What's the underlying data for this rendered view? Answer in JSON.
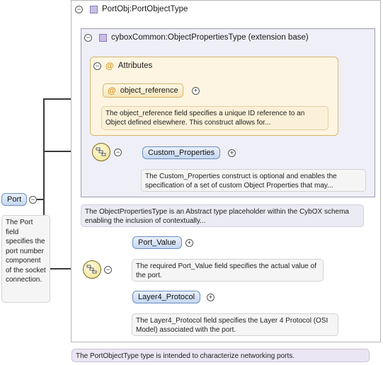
{
  "port_type": {
    "title": "PortObj:PortObjectType",
    "doc": "The PortObjectType type is intended to characterize networking ports."
  },
  "extension": {
    "title": "cyboxCommon:ObjectPropertiesType (extension base)",
    "doc": "The ObjectPropertiesType is an Abstract type placeholder within the CybOX schema enabling the inclusion of contextually..."
  },
  "attributes": {
    "title": "Attributes",
    "object_reference": {
      "label": "object_reference",
      "doc": "The object_reference field specifies a unique ID reference to an Object defined elsewhere. This construct allows for..."
    }
  },
  "custom_properties": {
    "label": "Custom_Properties",
    "doc": "The Custom_Properties construct is optional and enables the specification of a set of custom Object Properties that may..."
  },
  "port": {
    "label": "Port",
    "doc": "The Port field specifies the port number component of the socket connection."
  },
  "port_value": {
    "label": "Port_Value",
    "doc": "The required Port_Value field specifies the actual value of the port."
  },
  "layer4_protocol": {
    "label": "Layer4_Protocol",
    "doc": "The Layer4_Protocol field specifies the Layer 4 Protocol (OSI Model) associated with the port."
  },
  "icons": {
    "toggle_expanded": "−",
    "expand": "+",
    "attribute": "@"
  }
}
